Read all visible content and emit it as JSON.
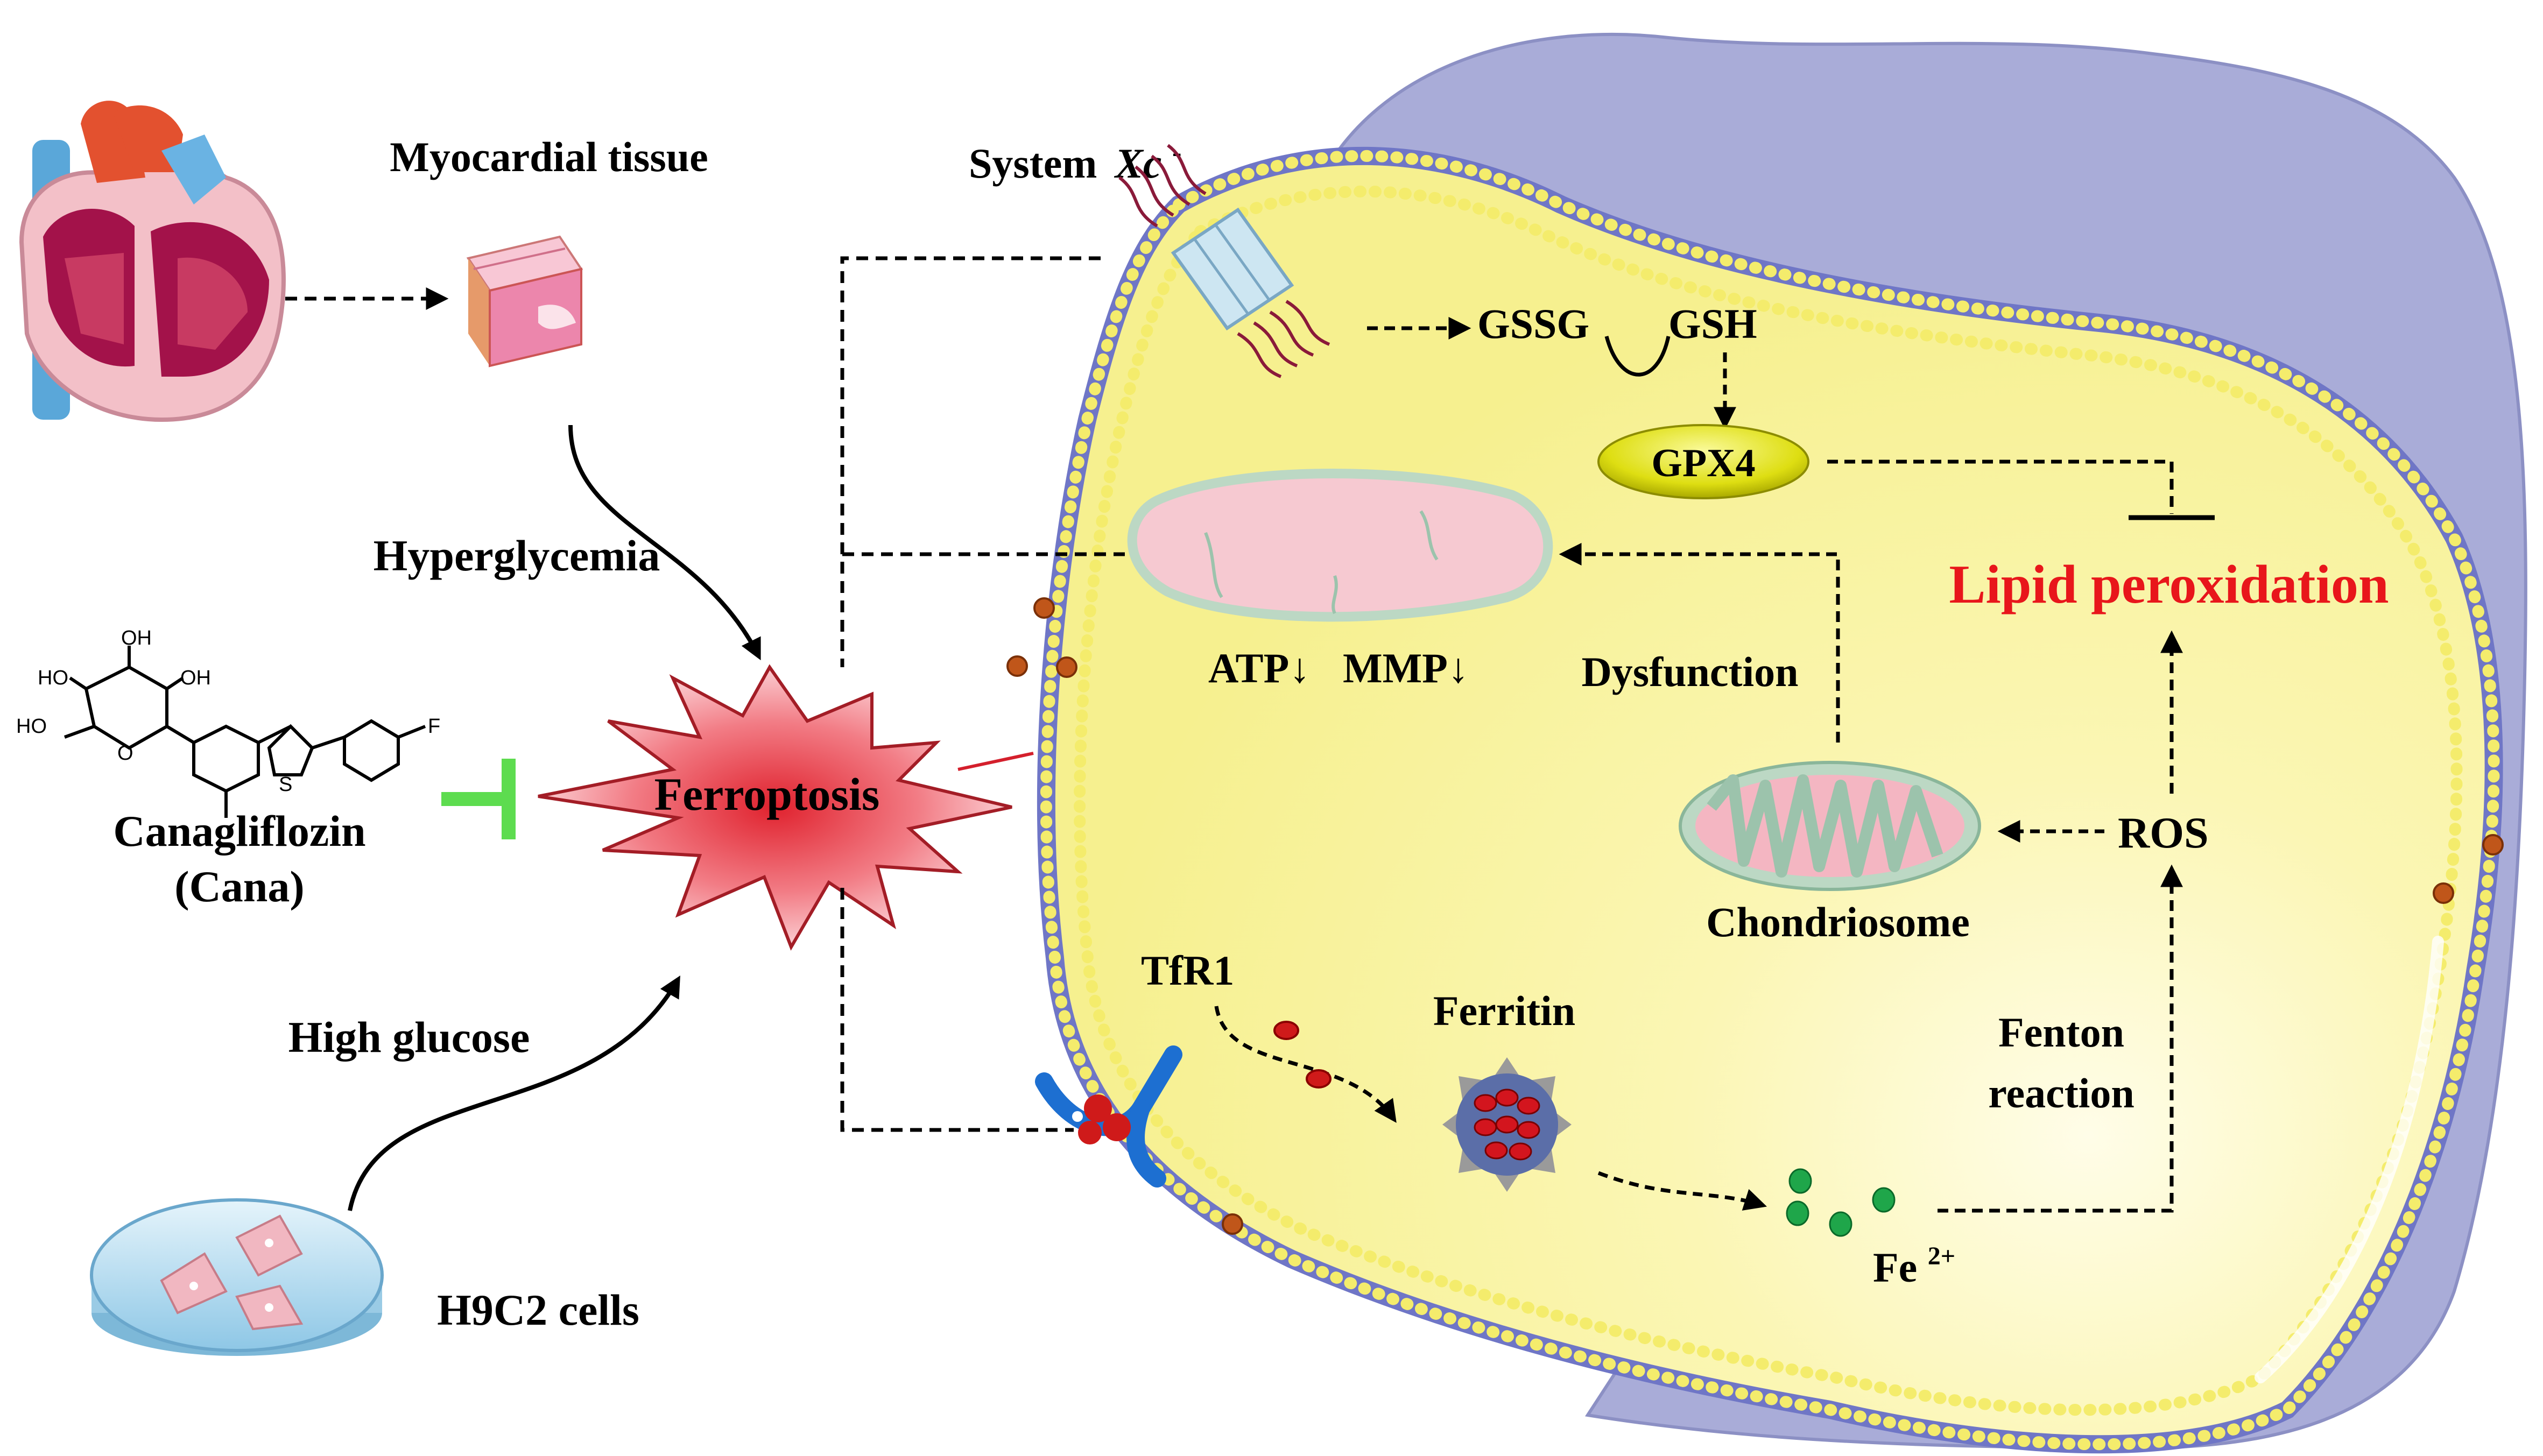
{
  "colors": {
    "cell_fill": "#f7f39e",
    "cell_inner": "#fbf8c8",
    "membrane": "#6f76c6",
    "membrane_bead": "#f4ec6c",
    "outer_shell": "#a9acd8",
    "ferroptosis_red": "#d41f2c",
    "lipid_text": "#e8161b",
    "inhibit_green": "#5ddc4f",
    "gpx4_yellow": "#e4e419",
    "fe_green": "#1fa64a",
    "iron_red": "#cf1a1a",
    "tfr1_blue": "#1d6fd1",
    "mito_pink": "#f3b9c4"
  },
  "labels": {
    "myocardial_tissue": "Myocardial tissue",
    "hyperglycemia": "Hyperglycemia",
    "high_glucose": "High glucose",
    "h9c2_cells": "H9C2 cells",
    "canagliflozin": "Canagliflozin",
    "cana": "(Cana)",
    "ferroptosis": "Ferroptosis",
    "system_xc_prefix": "System",
    "system_xc_italic": "Xc",
    "system_xc_sup": "-",
    "gssg": "GSSG",
    "gsh": "GSH",
    "gpx4": "GPX4",
    "lipid_peroxidation": "Lipid peroxidation",
    "atp": "ATP↓",
    "mmp": "MMP↓",
    "dysfunction": "Dysfunction",
    "chondriosome": "Chondriosome",
    "ros": "ROS",
    "tfr1": "TfR1",
    "ferritin": "Ferritin",
    "fenton_line1": "Fenton",
    "fenton_line2": "reaction",
    "fe": "Fe",
    "fe_sup": "2+"
  },
  "molecule": {
    "oh_top": "OH",
    "oh_left": "HO",
    "oh_right": "OH",
    "ho_bottom": "HO",
    "ring_o": "O",
    "fluorine": "F",
    "sulfur": "S"
  },
  "icons": [
    "heart-icon",
    "myocardial-tissue-icon",
    "petri-dish-icon",
    "canagliflozin-structure-icon",
    "ferroptosis-burst-icon",
    "system-xc-transporter-icon",
    "mitochondrion-damaged-icon",
    "mitochondrion-icon",
    "tfr1-receptor-icon",
    "ferritin-icon",
    "iron-ion-icon"
  ]
}
